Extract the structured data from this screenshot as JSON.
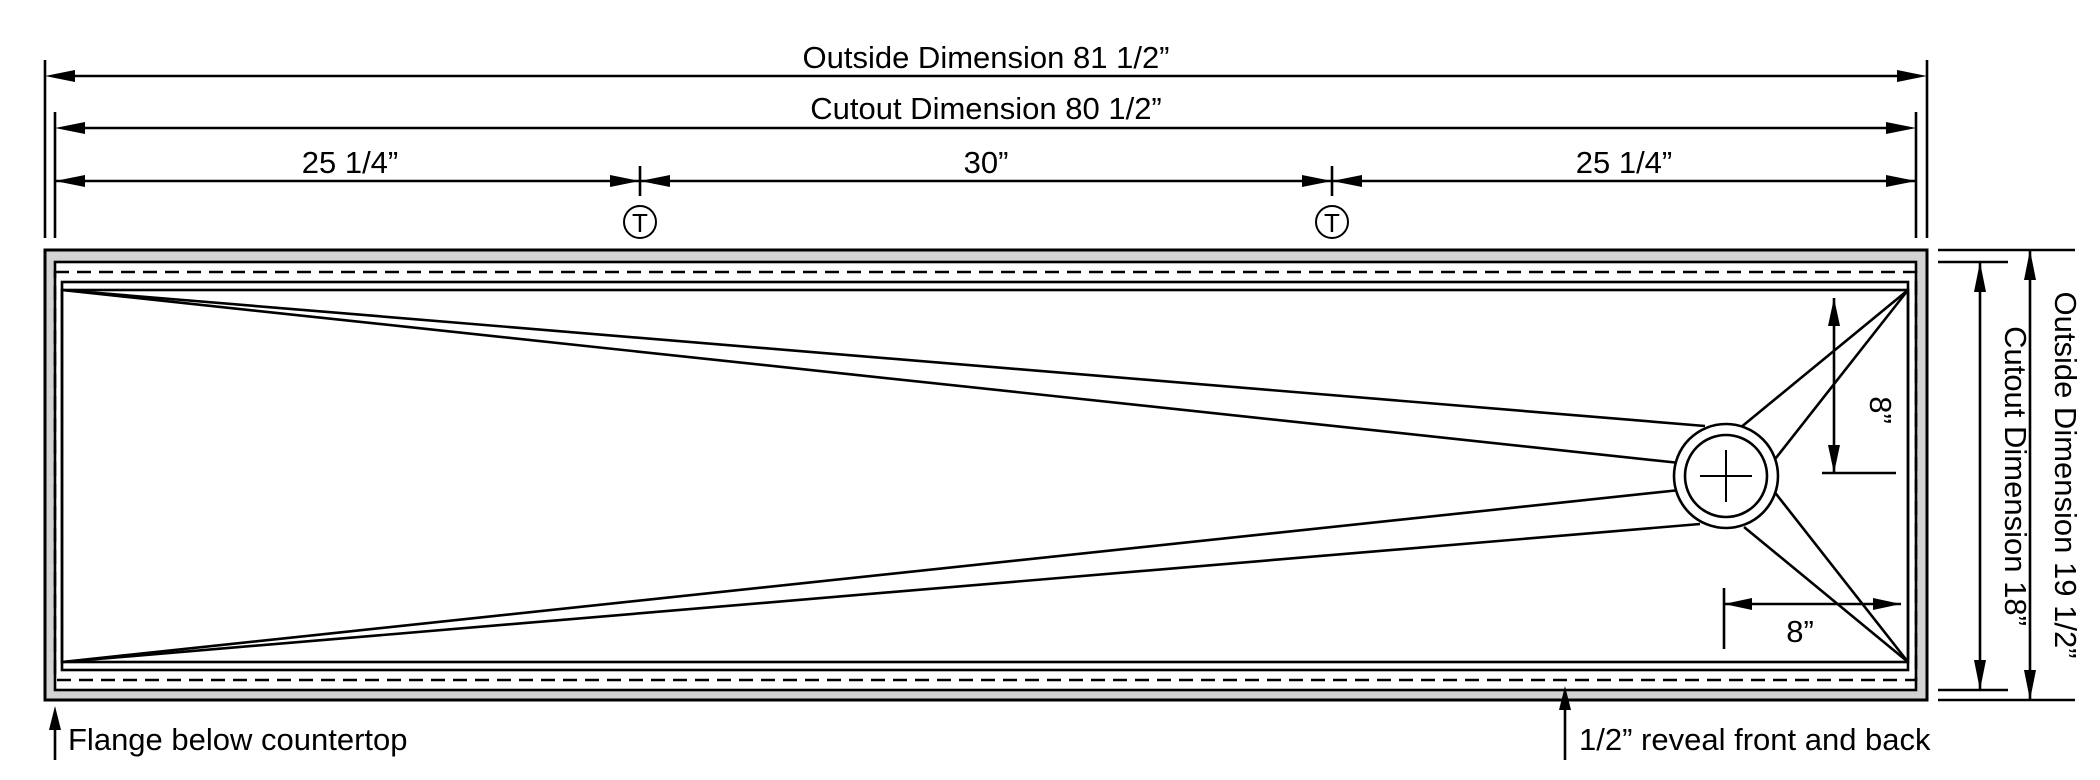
{
  "dimensions": {
    "outside_width": "Outside Dimension 81 1/2”",
    "cutout_width": "Cutout Dimension 80 1/2”",
    "left_segment": "25 1/4”",
    "middle_segment": "30”",
    "right_segment": "25 1/4”",
    "drain_vertical": "8”",
    "drain_horizontal": "8”",
    "cutout_depth": "Cutout Dimension 18”",
    "outside_depth": "Outside Dimension 19 1/2”"
  },
  "markers": {
    "faucet_left": "T",
    "faucet_right": "T"
  },
  "callouts": {
    "flange": "Flange below countertop",
    "reveal": "1/2” reveal front and back"
  },
  "colors": {
    "flange_fill": "#d3d3d3",
    "line": "#000000",
    "background": "#ffffff"
  }
}
